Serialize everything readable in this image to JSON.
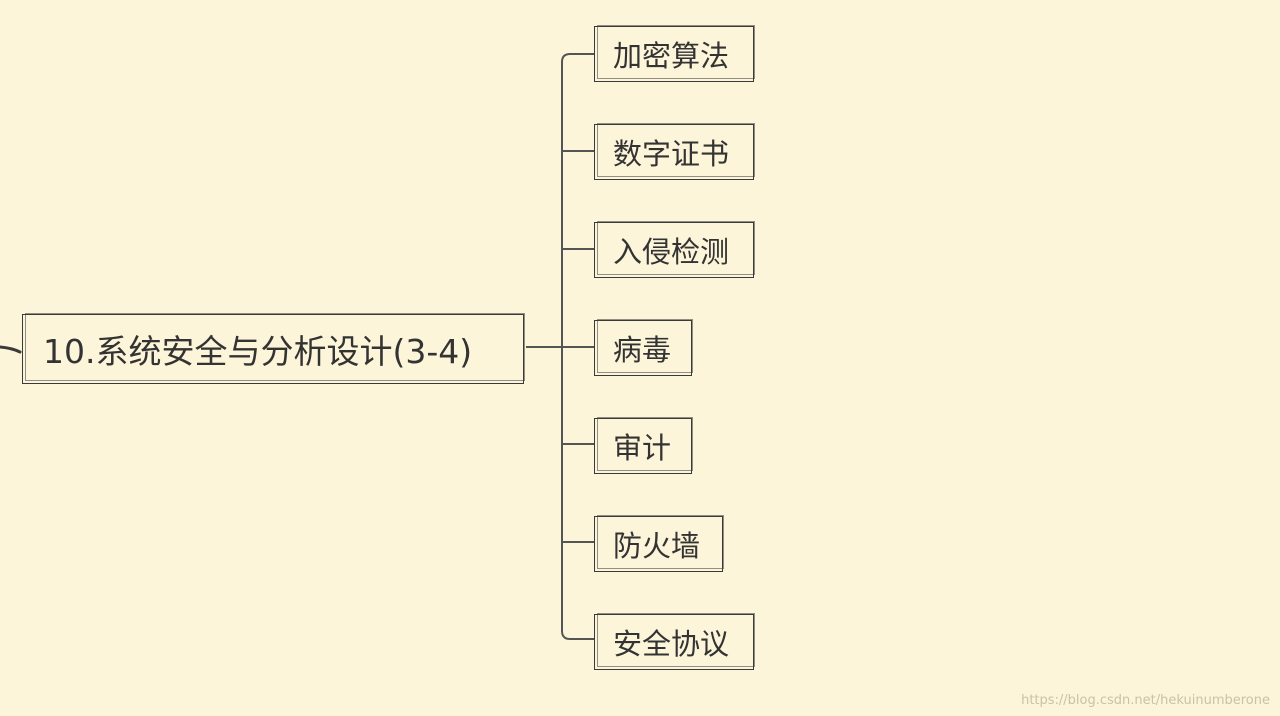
{
  "root": {
    "label": "10.系统安全与分析设计(3-4)"
  },
  "children": [
    {
      "label": "加密算法"
    },
    {
      "label": "数字证书"
    },
    {
      "label": "入侵检测"
    },
    {
      "label": "病毒"
    },
    {
      "label": "审计"
    },
    {
      "label": "防火墙"
    },
    {
      "label": "安全协议"
    }
  ],
  "watermark": "https://blog.csdn.net/hekuinumberone",
  "colors": {
    "background": "#fdf5d9",
    "line": "#555555",
    "border": "#3a3a3a",
    "text": "#333333"
  }
}
